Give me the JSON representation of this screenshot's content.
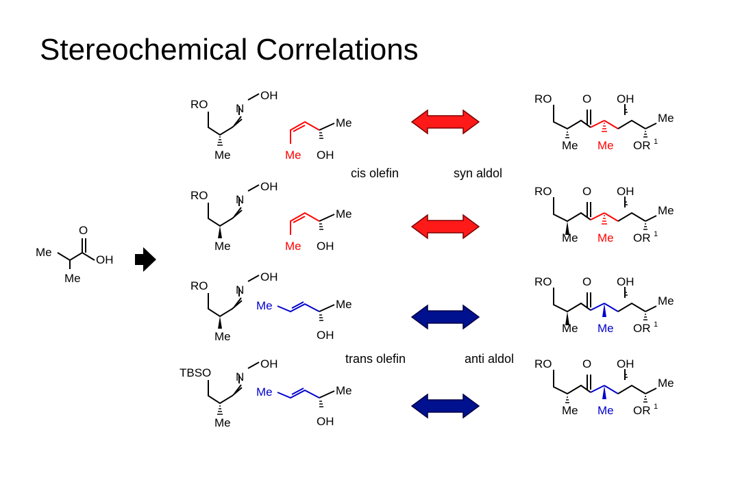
{
  "title": "Stereochemical Correlations",
  "colors": {
    "red": "#ff0000",
    "blue": "#0000cc",
    "black": "#000000",
    "arrow_red": "#ff1a1a",
    "arrow_blue": "#00118f"
  },
  "captions": {
    "cis_olefin": "cis olefin",
    "syn_aldol": "syn aldol",
    "trans_olefin": "trans olefin",
    "anti_aldol": "anti aldol"
  },
  "starting_material": {
    "me": "Me",
    "o": "O",
    "oh": "OH"
  },
  "labels": {
    "ro": "RO",
    "tbso": "TBSO",
    "n": "N",
    "oh": "OH",
    "me": "Me",
    "o": "O",
    "or": "OR",
    "sup_1": "1"
  },
  "rows": [
    {
      "alkene": "cis",
      "alkene_color": "red",
      "methyl_stereo": "hash",
      "bridge": "red",
      "bridge_stereo": "hash",
      "protecting_group": "RO"
    },
    {
      "alkene": "cis",
      "alkene_color": "red",
      "methyl_stereo": "wedge",
      "bridge": "red",
      "bridge_stereo": "hash",
      "protecting_group": "RO"
    },
    {
      "alkene": "trans",
      "alkene_color": "blue",
      "methyl_stereo": "wedge",
      "bridge": "blue",
      "bridge_stereo": "wedge",
      "protecting_group": "RO"
    },
    {
      "alkene": "trans",
      "alkene_color": "blue",
      "methyl_stereo": "hash",
      "bridge": "blue",
      "bridge_stereo": "wedge",
      "protecting_group": "TBSO"
    }
  ]
}
